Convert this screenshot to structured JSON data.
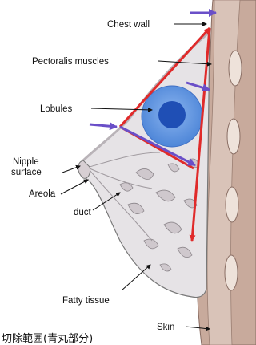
{
  "labels": {
    "chest_wall": "Chest wall",
    "pectoralis": "Pectoralis muscles",
    "lobules": "Lobules",
    "nipple_line1": "Nipple",
    "nipple_line2": "surface",
    "areola": "Areola",
    "duct": "duct",
    "fatty": "Fatty tissue",
    "skin": "Skin"
  },
  "caption": "切除範囲(青丸部分)",
  "colors": {
    "tumor_outer": "#5b93df",
    "tumor_inner": "#1f4fb5",
    "margin_arrow": "#e02a2a",
    "pointer_arrow": "#6a4fc8",
    "chest_wall": "#c8aa9c",
    "tissue": "#e6e3e6"
  }
}
